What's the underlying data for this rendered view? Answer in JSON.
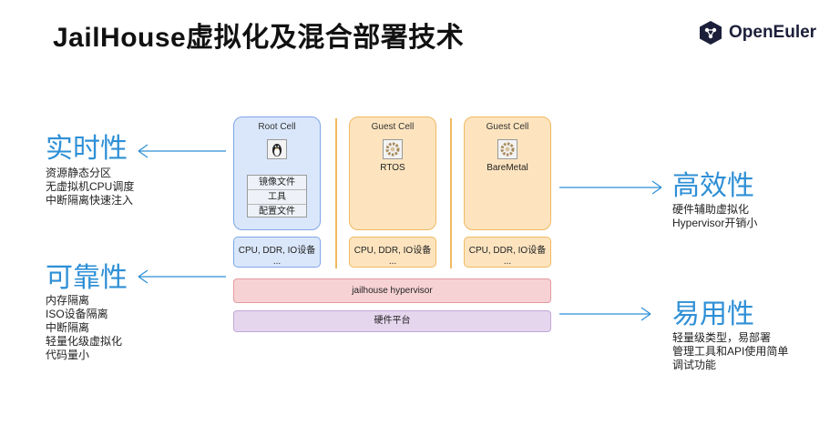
{
  "title": "JailHouse虚拟化及混合部署技术",
  "logo": {
    "text": "OpenEuler",
    "icon": "openeuler-logo-icon",
    "color": "#1b1f3a"
  },
  "colors": {
    "accent": "#2e8fd6",
    "cell_blue": "#dae7fb",
    "cell_orange": "#fde4bf",
    "hypervisor": "#f7d2d4",
    "hardware": "#e5d6ee"
  },
  "left_features": [
    {
      "title": "实时性",
      "lines": [
        "资源静态分区",
        "无虚拟机CPU调度",
        "中断隔离快速注入"
      ]
    },
    {
      "title": "可靠性",
      "lines": [
        "内存隔离",
        "ISO设备隔离",
        "中断隔离",
        "轻量化级虚拟化",
        "代码量小"
      ]
    }
  ],
  "right_features": [
    {
      "title": "高效性",
      "lines": [
        "硬件辅助虚拟化",
        "Hypervisor开销小"
      ]
    },
    {
      "title": "易用性",
      "lines": [
        "轻量级类型，易部署",
        "管理工具和API使用简单",
        "调试功能"
      ]
    }
  ],
  "diagram": {
    "cells": [
      {
        "name": "Root Cell",
        "icon": "linux-penguin-icon",
        "items": [
          "镜像文件",
          "工具",
          "配置文件"
        ]
      },
      {
        "name": "Guest Cell",
        "icon": "gear-icon",
        "label": "RTOS"
      },
      {
        "name": "Guest Cell",
        "icon": "gear-icon",
        "label": "BareMetal"
      }
    ],
    "resources": [
      {
        "line1": "CPU, DDR, IO设备",
        "line2": "..."
      },
      {
        "line1": "CPU, DDR, IO设备",
        "line2": "..."
      },
      {
        "line1": "CPU, DDR, IO设备",
        "line2": "..."
      }
    ],
    "hypervisor": "jailhouse hypervisor",
    "hardware": "硬件平台"
  }
}
